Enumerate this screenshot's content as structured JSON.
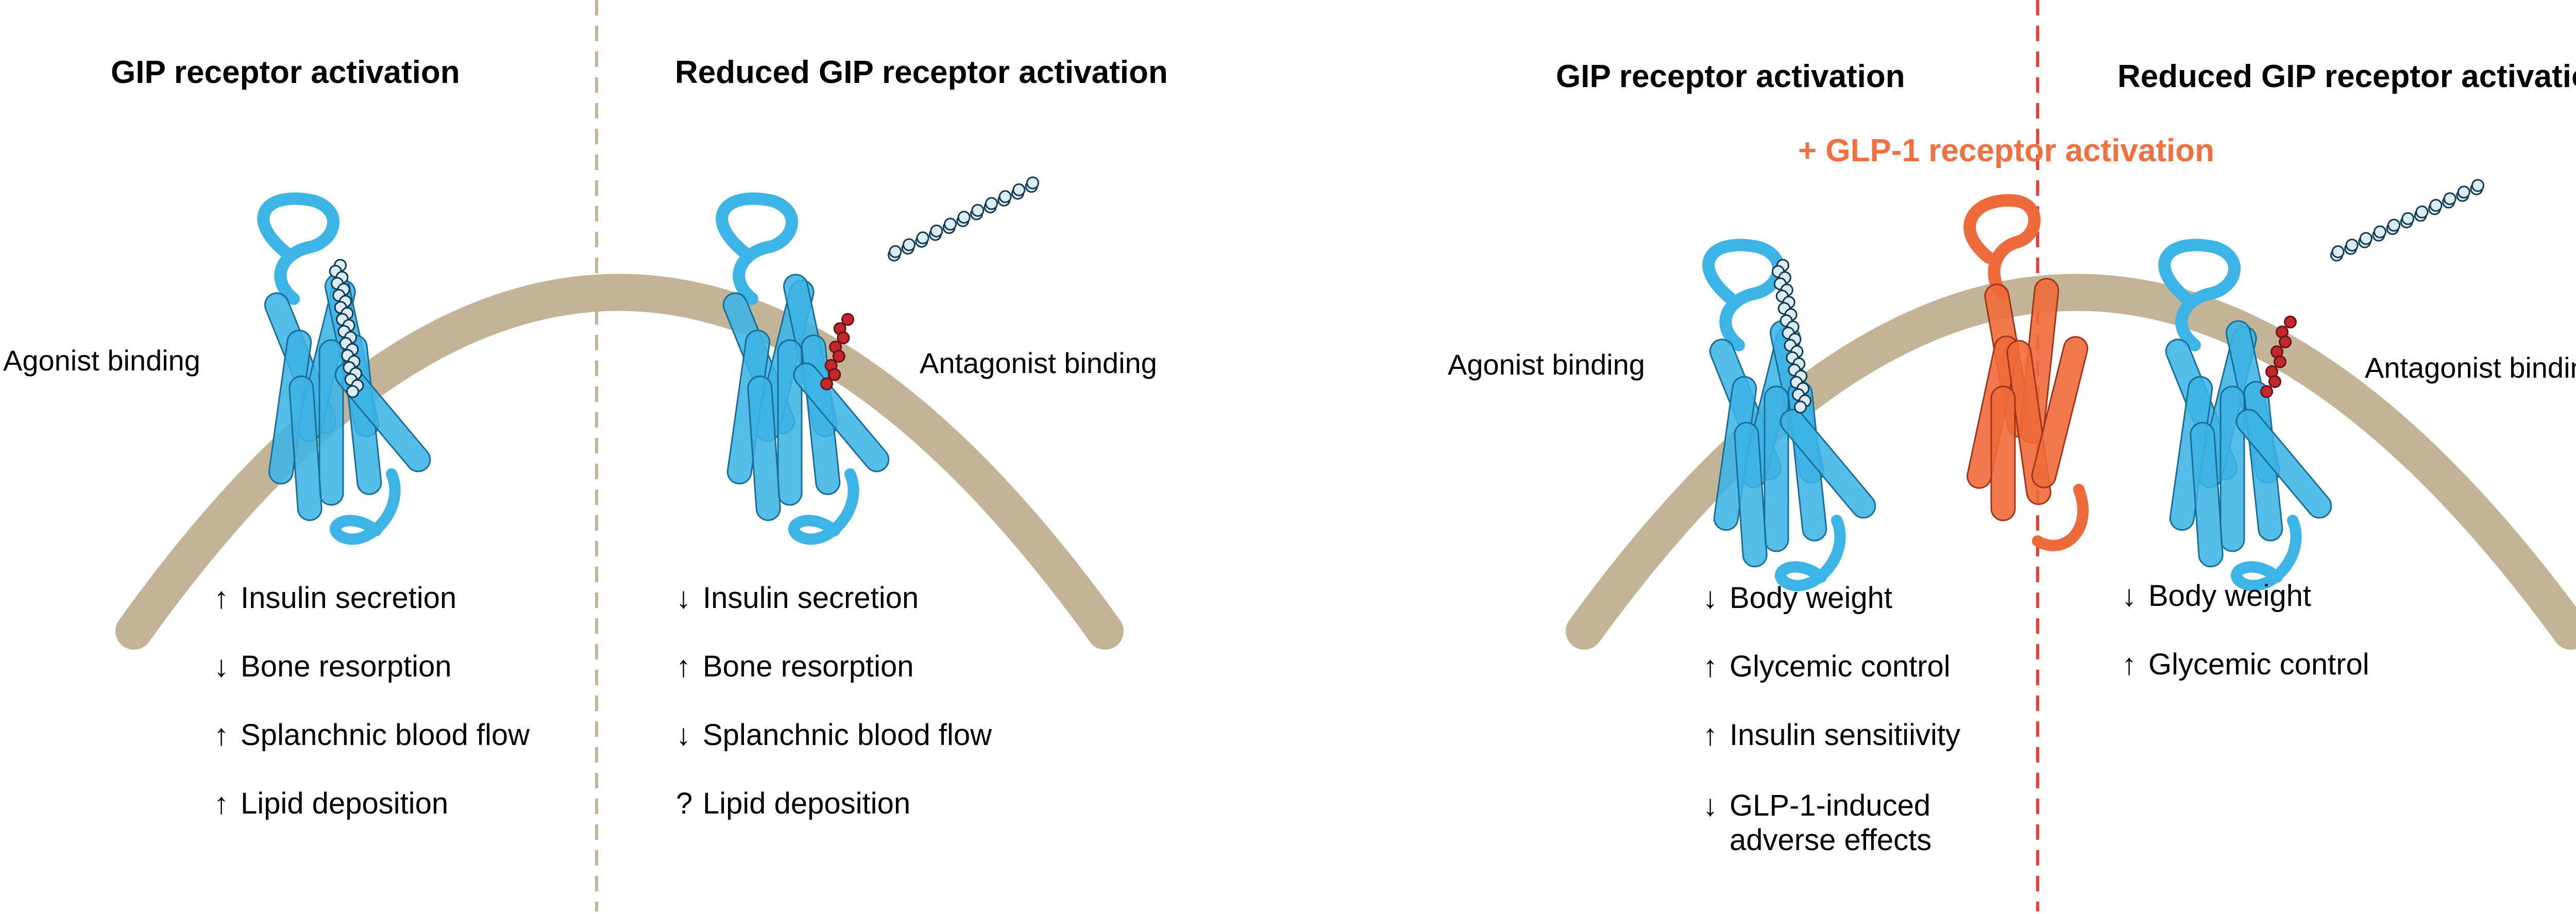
{
  "panels": [
    {
      "titles": [
        "GIP receptor activation",
        "Reduced GIP receptor activation"
      ],
      "labels": [
        "Agonist binding",
        "Antagonist binding"
      ],
      "left_effects": [
        {
          "arrow": "↑",
          "text": "Insulin secretion"
        },
        {
          "arrow": "↓",
          "text": "Bone resorption"
        },
        {
          "arrow": "↑",
          "text": "Splanchnic blood flow"
        },
        {
          "arrow": "↑",
          "text": "Lipid deposition"
        }
      ],
      "right_effects": [
        {
          "arrow": "↓",
          "text": "Insulin secretion"
        },
        {
          "arrow": "↑",
          "text": "Bone resorption"
        },
        {
          "arrow": "↓",
          "text": "Splanchnic blood flow"
        },
        {
          "arrow": "?",
          "text": "Lipid deposition"
        }
      ]
    },
    {
      "titles": [
        "GIP receptor activation",
        "Reduced GIP receptor activation"
      ],
      "subtitle": "+ GLP-1 receptor activation",
      "labels": [
        "Agonist binding",
        "Antagonist binding"
      ],
      "left_effects": [
        {
          "arrow": "↓",
          "text": "Body weight"
        },
        {
          "arrow": "↑",
          "text": "Glycemic control"
        },
        {
          "arrow": "↑",
          "text": "Insulin sensitiivity"
        },
        {
          "arrow": "↓",
          "text": "GLP-1-induced adverse effects"
        }
      ],
      "right_effects": [
        {
          "arrow": "↓",
          "text": "Body weight"
        },
        {
          "arrow": "↑",
          "text": "Glycemic control"
        }
      ]
    }
  ],
  "colors": {
    "membrane": "#c3b497",
    "gip_receptor": "#3cb4e5",
    "glp1_receptor": "#ef6a3a",
    "antagonist_bead": "#c0282d",
    "peptide_bead": "#dcecf5",
    "divider_left": "#c3b497",
    "divider_right": "#e8413c"
  }
}
